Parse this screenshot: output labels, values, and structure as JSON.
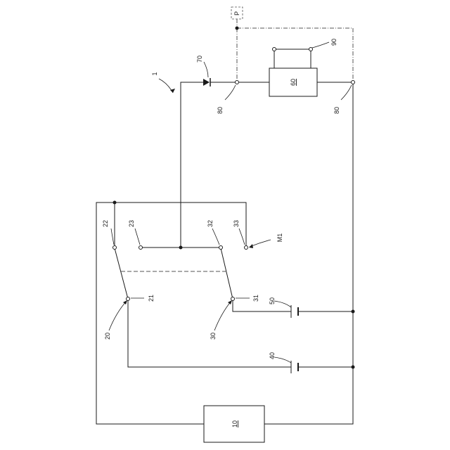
{
  "labels": {
    "system": "1",
    "circuit": "M1",
    "block_10": "10",
    "block_60": "60",
    "switch_20": "20",
    "switch_20_common": "21",
    "switch_20_contact_a": "22",
    "switch_20_contact_b": "23",
    "switch_30": "30",
    "switch_30_common": "31",
    "switch_30_contact_a": "32",
    "switch_30_contact_b": "33",
    "battery_40": "40",
    "battery_50": "50",
    "diode_70": "70",
    "terminal_80_left": "80",
    "terminal_80_right": "80",
    "sensor_90": "90",
    "point_p": "P"
  }
}
